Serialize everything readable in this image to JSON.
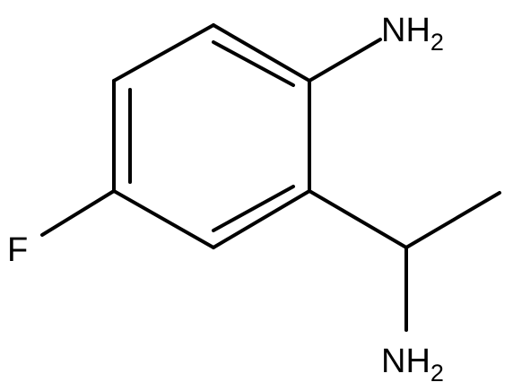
{
  "molecule": {
    "atoms": {
      "nh2_top": {
        "symbol": "NH",
        "subscript": "2"
      },
      "nh2_bottom": {
        "symbol": "NH",
        "subscript": "2"
      },
      "fluorine": {
        "symbol": "F"
      }
    },
    "colors": {
      "bond": "#000000",
      "label": "#000000",
      "background": "#ffffff"
    }
  }
}
